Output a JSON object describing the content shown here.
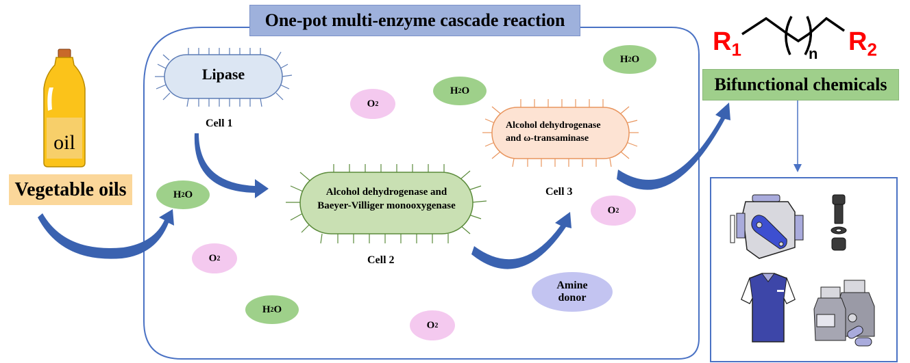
{
  "title": "One-pot multi-enzyme cascade reaction",
  "input": {
    "bottle_label": "oil",
    "label": "Vegetable oils"
  },
  "cells": [
    {
      "name": "Cell 1",
      "enzyme_lines": [
        "Lipase"
      ],
      "fill": "#dce6f3",
      "stroke": "#5b7bb5"
    },
    {
      "name": "Cell 2",
      "enzyme_lines": [
        "Alcohol dehydrogenase and",
        "Baeyer-Villiger monooxygenase"
      ],
      "fill": "#c9e0b3",
      "stroke": "#5a8a3a"
    },
    {
      "name": "Cell 3",
      "enzyme_lines": [
        "Alcohol dehydrogenase",
        "and ω-transaminase"
      ],
      "fill": "#fde3d3",
      "stroke": "#e8955e"
    }
  ],
  "molecules": {
    "h2o": {
      "base": "H",
      "sub": "2",
      "tail": "O"
    },
    "o2": {
      "base": "O",
      "sub": "2"
    },
    "amine_donor": [
      "Amine",
      "donor"
    ]
  },
  "product": {
    "r1": {
      "base": "R",
      "sub": "1"
    },
    "r2": {
      "base": "R",
      "sub": "2"
    },
    "repeat": "n",
    "label": "Bifunctional chemicals",
    "icons": [
      "engine-icon",
      "bolt-nut-icon",
      "shirt-icon",
      "medicine-bottles-icon"
    ]
  },
  "colors": {
    "arrow": "#3a62b0",
    "frame": "#4a72c4",
    "r_group": "#ff0000"
  }
}
